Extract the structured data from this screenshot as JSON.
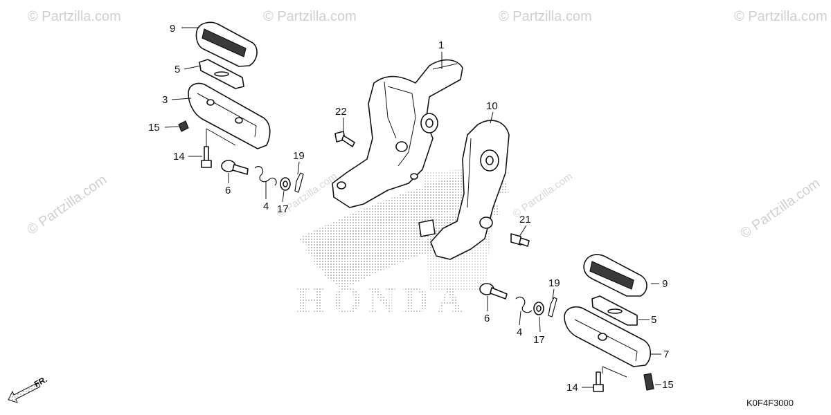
{
  "watermark": "© Partzilla.com",
  "logo_text": "HONDA",
  "diagram_code": "K0F4F3000",
  "front_arrow_label": "FR.",
  "callouts": {
    "n1": "1",
    "n3": "3",
    "n4a": "4",
    "n4b": "4",
    "n5a": "5",
    "n5b": "5",
    "n6a": "6",
    "n6b": "6",
    "n7": "7",
    "n9a": "9",
    "n9b": "9",
    "n10": "10",
    "n14a": "14",
    "n14b": "14",
    "n15a": "15",
    "n15b": "15",
    "n17a": "17",
    "n17b": "17",
    "n19a": "19",
    "n19b": "19",
    "n21": "21",
    "n22": "22"
  }
}
